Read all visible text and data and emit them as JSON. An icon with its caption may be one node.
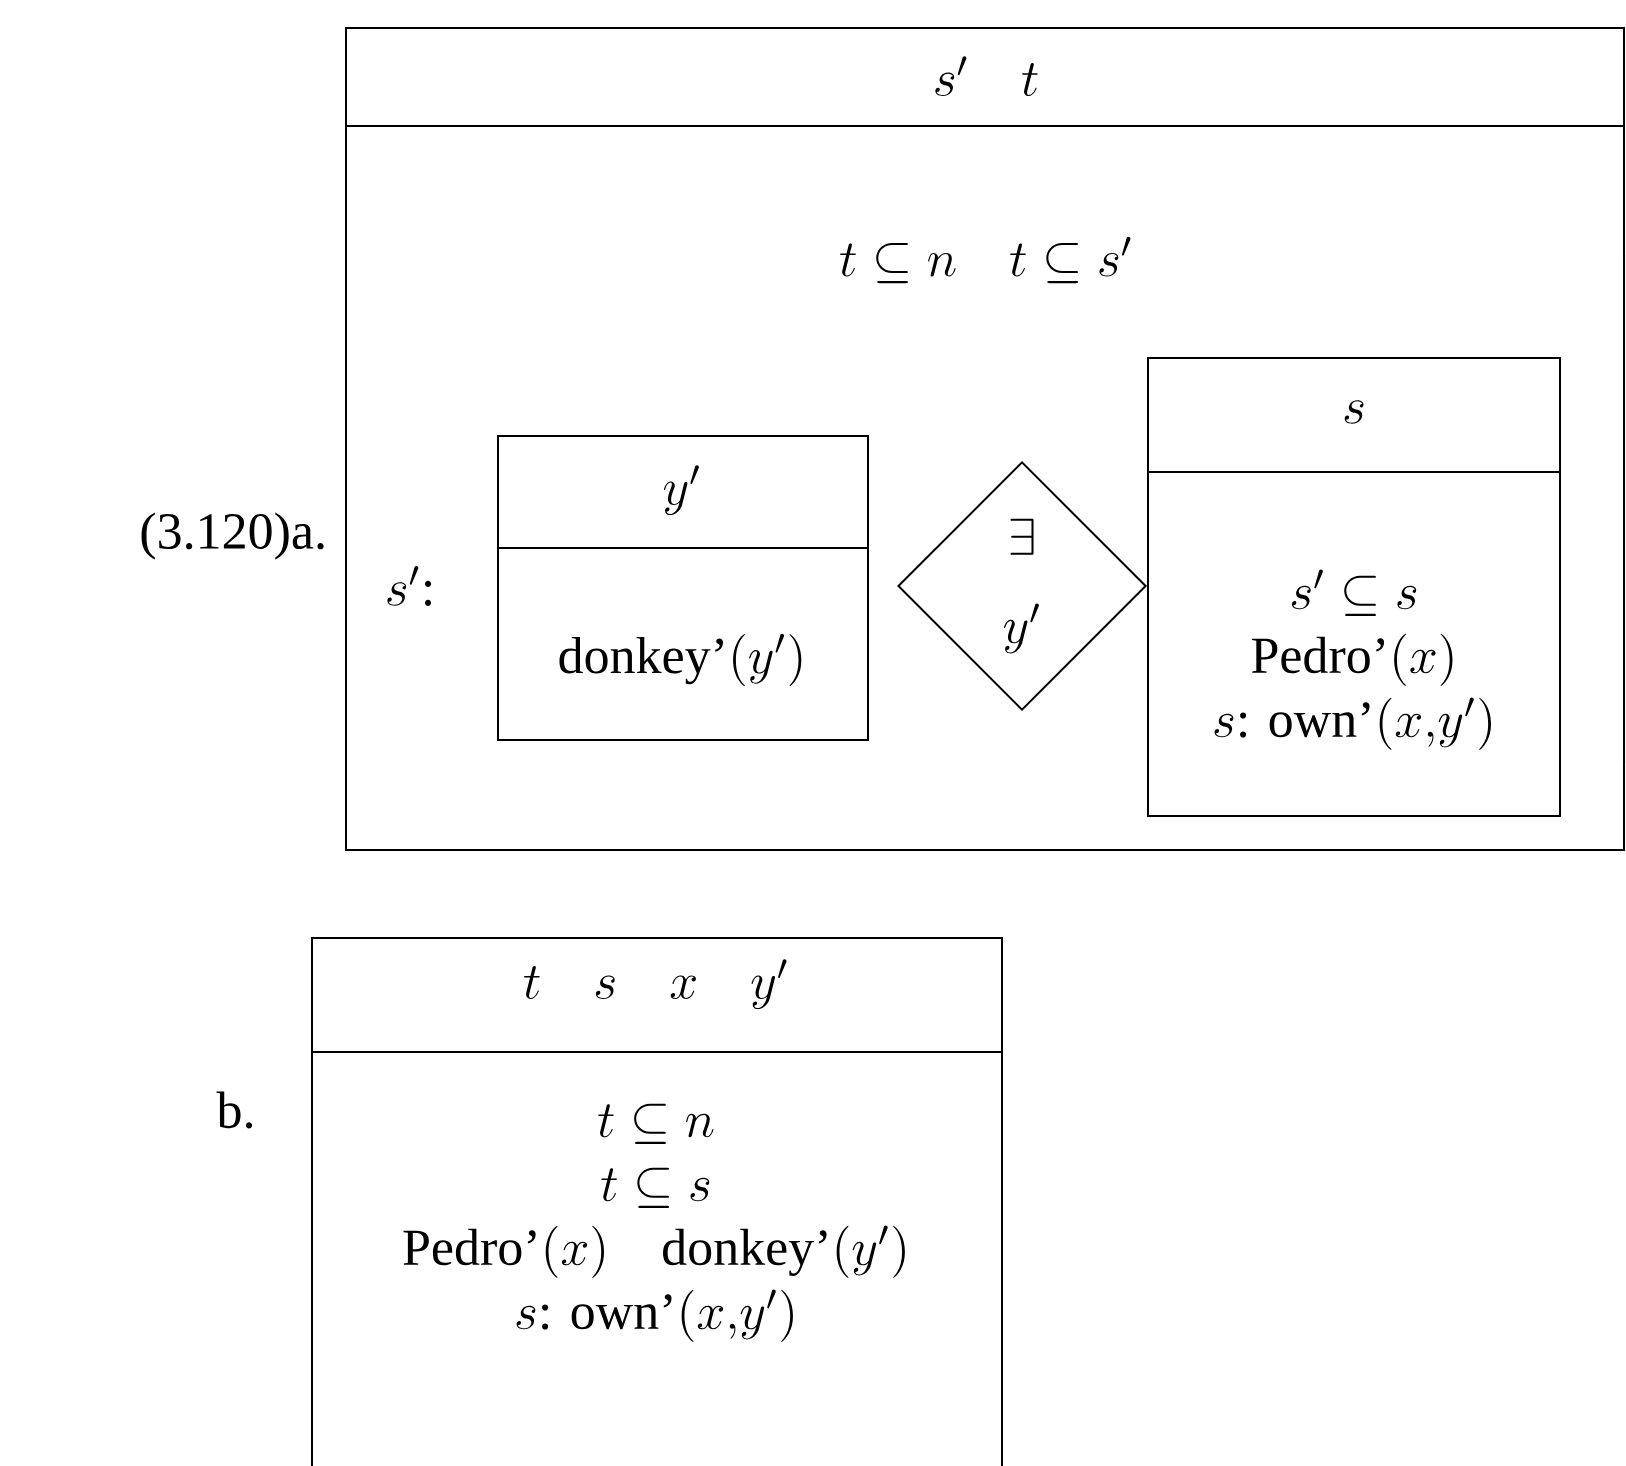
{
  "diagram": {
    "nodes": [
      {
        "text": [
          "s'\\quad t",
          "t \\subseteq n \\quad t \\subseteq s'"
        ]
      },
      {
        "text": [
          "y'",
          "\\textrm{donkey’}(y')"
        ],
        "in": 0
      },
      {
        "text": [
          "\\begin{array}{c}\\exists\\\\[6pt] y'\\end{array}"
        ],
        "in": 0
      },
      {
        "text": [
          "s",
          "\\begin{array}{c} s' \\subseteq s\\\\ \\textrm{Pedro’}(x)\\\\ s\\textrm{: own’}(x{,}y')\\end{array}"
        ],
        "in": 0
      },
      {
        "text": [
          "t\\quad s\\quad x\\quad y'",
          "\\begin{array}{c} t \\subseteq n\\\\ t \\subseteq s\\\\ \\textrm{Pedro’}(x)\\quad \\textrm{donkey’}(y')\\\\ s\\textrm{: own’}(x{,}y')\\end{array}"
        ]
      }
    ],
    "labels": [
      "(3.120)a.",
      "s'\\textrm{:}",
      "b."
    ]
  }
}
